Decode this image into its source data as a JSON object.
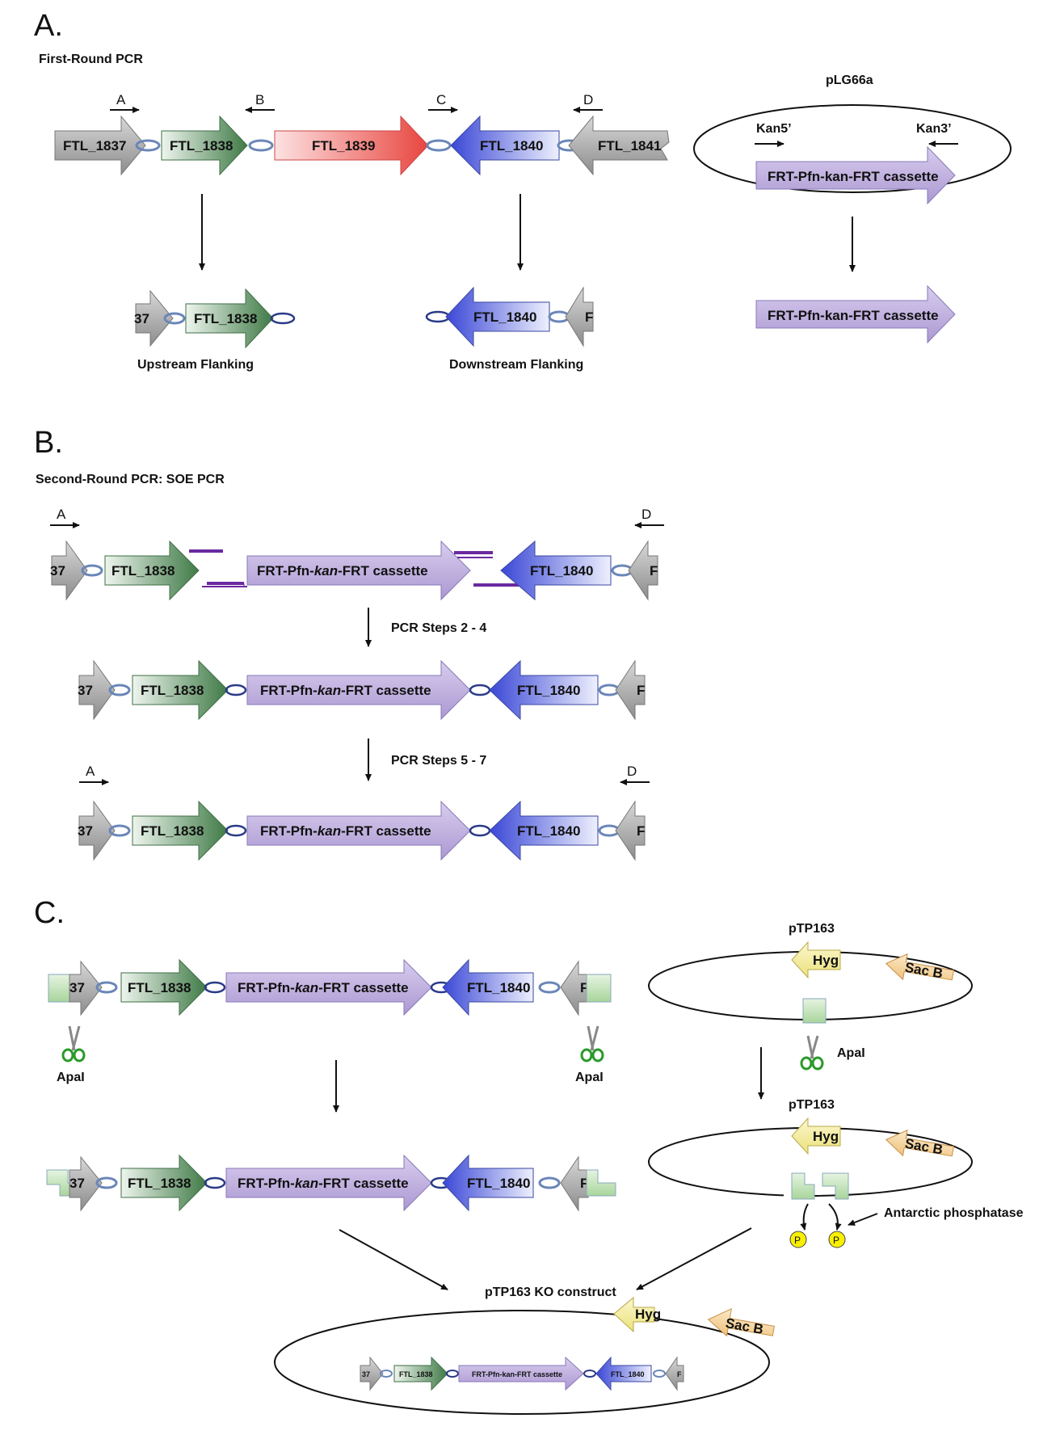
{
  "panels": {
    "a": {
      "letter": "A.",
      "title": "First-Round PCR",
      "primers": {
        "a": "A",
        "b": "B",
        "c": "C",
        "d": "D"
      },
      "genes": {
        "g1837": "FTL_1837",
        "g1838": "FTL_1838",
        "g1839": "FTL_1839",
        "g1840": "FTL_1840",
        "g1841": "FTL_1841"
      },
      "plasmid": {
        "name": "pLG66a",
        "kan5": "Kan5’",
        "kan3": "Kan3’",
        "cassette": "FRT-Pfn-kan-FRT cassette"
      },
      "upstream_label": "Upstream Flanking",
      "downstream_label": "Downstream Flanking",
      "frag37": "37",
      "fragF": "F",
      "cassette_product": "FRT-Pfn-kan-FRT cassette"
    },
    "b": {
      "letter": "B.",
      "title": "Second-Round PCR: SOE PCR",
      "primer_a": "A",
      "primer_d": "D",
      "step1": "PCR Steps 2 - 4",
      "step2": "PCR Steps 5 - 7",
      "g1838": "FTL_1838",
      "g1840": "FTL_1840",
      "cassette_pre": "FRT-Pfn-",
      "cassette_kan": "kan",
      "cassette_post": "-FRT cassette",
      "frag37": "37",
      "fragF": "F"
    },
    "c": {
      "letter": "C.",
      "plasmid_name": "pTP163",
      "hyg": "Hyg",
      "sacb": "Sac B",
      "enzyme": "ApaI",
      "phosphatase": "Antarctic phosphatase",
      "phosphate": "P",
      "ko_construct": "pTP163 KO construct",
      "g1838": "FTL_1838",
      "g1840": "FTL_1840",
      "cassette_pre": "FRT-Pfn-",
      "cassette_kan": "kan",
      "cassette_post": "-FRT cassette",
      "cassette_full": "FRT-Pfn-kan-FRT cassette",
      "frag37": "37",
      "fragF": "F"
    }
  },
  "colors": {
    "gray": "#a9a9a9",
    "green": "#5f8f5f",
    "red": "#f07a7a",
    "blue": "#6b73d8",
    "purple": "#b8a8d8",
    "yellow": "#f4ee9c",
    "orange": "#f6d49a",
    "mint": "#c8e6c0"
  }
}
